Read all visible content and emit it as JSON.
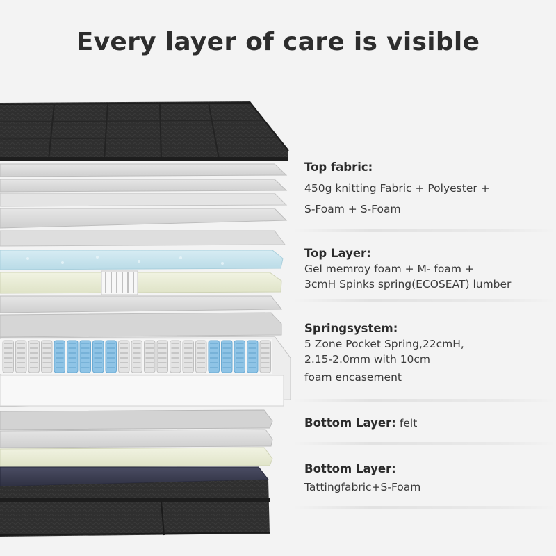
{
  "title": "Every layer of care is visible",
  "specs": [
    {
      "heading": "Top fabric:",
      "lines": [
        "450g knitting Fabric + Polyester +",
        "S-Foam + S-Foam"
      ]
    },
    {
      "heading": "Top Layer:",
      "lines": [
        "Gel memroy foam + M- foam +",
        "3cmH Spinks spring(ECOSEAT) lumber"
      ]
    },
    {
      "heading": "Springsystem:",
      "lines": [
        "5 Zone Pocket Spring,22cmH,",
        "2.15-2.0mm with 10cm",
        "foam encasement"
      ]
    },
    {
      "heading": "Bottom Layer:",
      "inline": "felt"
    },
    {
      "heading": "Bottom Layer:",
      "lines": [
        "Tattingfabric+S-Foam"
      ]
    }
  ],
  "colors": {
    "background": "#f3f3f3",
    "fabric_dark": "#2b2b2b",
    "foam_grey": "#d9d9d9",
    "gel_blue": "#cfe6ee",
    "latex_cream": "#ecefd9",
    "spring_blue": "#8fc4e6",
    "bottom_navy": "#3c3f52"
  }
}
